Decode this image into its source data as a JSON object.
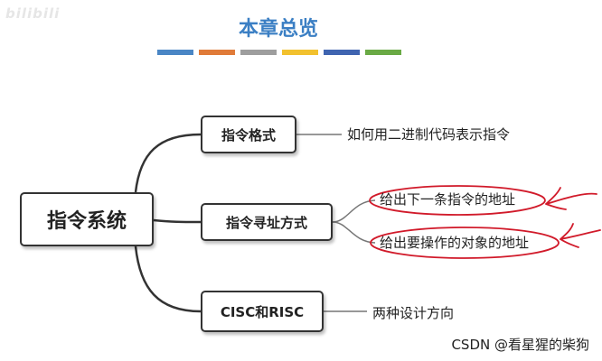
{
  "watermark": "bilibili",
  "title": "本章总览",
  "color_strip": [
    "#4a86c5",
    "#e07b39",
    "#9e9e9e",
    "#f2c12e",
    "#3f64b0",
    "#6aaa45"
  ],
  "root": {
    "label": "指令系统"
  },
  "branches": [
    {
      "label": "指令格式",
      "leaves": [
        "如何用二进制代码表示指令"
      ]
    },
    {
      "label": "指令寻址方式",
      "leaves": [
        "给出下一条指令的地址",
        "给出要操作的对象的地址"
      ]
    },
    {
      "label": "CISC和RISC",
      "leaves": [
        "两种设计方向"
      ]
    }
  ],
  "footer_watermark": "CSDN @看星猩的柴狗",
  "annotation_color": "#d11a2a"
}
